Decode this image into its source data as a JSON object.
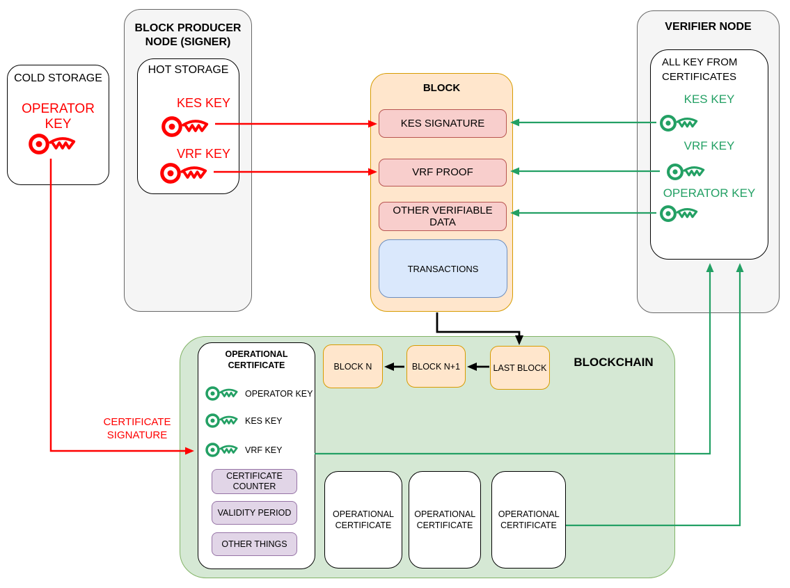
{
  "colors": {
    "red": "#FF0000",
    "green": "#23A064",
    "gray_fill": "#F5F5F5",
    "gray_border": "#666666",
    "orange_fill": "#FFE6CC",
    "orange_border": "#D79B00",
    "pink_fill": "#F8CECC",
    "pink_border": "#B85450",
    "blue_fill": "#DAE8FC",
    "blue_border": "#6C8EBF",
    "green_area_fill": "#D5E8D4",
    "green_area_border": "#82B366",
    "purple_fill": "#E1D5E7",
    "purple_border": "#9673A6"
  },
  "cold_storage": {
    "title": "COLD STORAGE",
    "key_label": "OPERATOR KEY"
  },
  "block_producer": {
    "title": "BLOCK PRODUCER NODE (SIGNER)",
    "hot_storage": {
      "title": "HOT STORAGE",
      "kes_key_label": "KES KEY",
      "vrf_key_label": "VRF KEY"
    }
  },
  "block": {
    "title": "BLOCK",
    "fields": [
      "KES SIGNATURE",
      "VRF PROOF",
      "OTHER VERIFIABLE DATA"
    ],
    "transactions_label": "TRANSACTIONS"
  },
  "verifier": {
    "title": "VERIFIER NODE",
    "key_store": {
      "title": "ALL KEY FROM CERTIFICATES",
      "kes_key_label": "KES KEY",
      "vrf_key_label": "VRF KEY",
      "operator_key_label": "OPERATOR KEY"
    }
  },
  "blockchain": {
    "title": "BLOCKCHAIN",
    "operational_certificate": {
      "title": "OPERATIONAL CERTIFICATE",
      "operator_key_label": "OPERATOR KEY",
      "kes_key_label": "KES KEY",
      "vrf_key_label": "VRF KEY",
      "fields": [
        "CERTIFICATE COUNTER",
        "VALIDITY PERIOD",
        "OTHER THINGS"
      ]
    },
    "blocks": [
      "BLOCK N",
      "BLOCK N+1",
      "LAST BLOCK"
    ],
    "certificates": [
      "OPERATIONAL CERTIFICATE",
      "OPERATIONAL CERTIFICATE",
      "OPERATIONAL CERTIFICATE"
    ]
  },
  "annotations": {
    "certificate_signature": "CERTIFICATE SIGNATURE"
  }
}
